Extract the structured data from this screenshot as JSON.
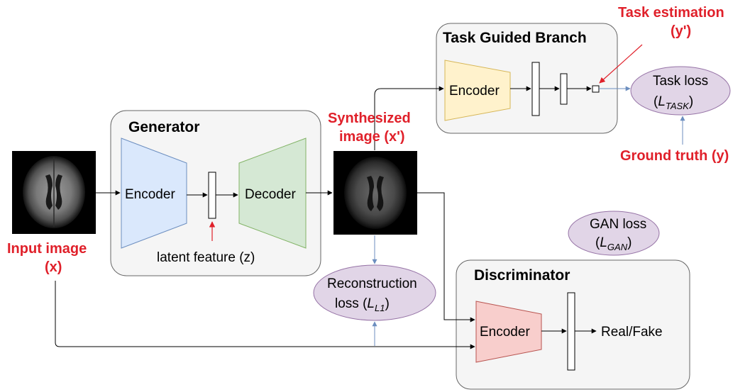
{
  "labels": {
    "input_image": "Input image",
    "input_x": "(x)",
    "synth_line1": "Synthesized",
    "synth_line2": "image (x')",
    "task_est_line1": "Task estimation",
    "task_est_line2": "(y')",
    "ground_truth": "Ground truth (y)",
    "latent": "latent feature (z)",
    "real_fake": "Real/Fake"
  },
  "boxes": {
    "generator": "Generator",
    "task_branch": "Task Guided Branch",
    "discriminator": "Discriminator"
  },
  "blocks": {
    "gen_encoder": "Encoder",
    "gen_decoder": "Decoder",
    "task_encoder": "Encoder",
    "disc_encoder": "Encoder"
  },
  "losses": {
    "task": {
      "line1": "Task loss",
      "symbol": "L",
      "subscript": "TASK"
    },
    "gan": {
      "line1": "GAN loss",
      "symbol": "L",
      "subscript": "GAN"
    },
    "recon": {
      "line1": "Reconstruction",
      "line2_prefix": "loss (",
      "symbol": "L",
      "subscript": "L1"
    }
  },
  "colors": {
    "highlight_red": "#e0202a",
    "loss_fill": "#e1d5e7",
    "loss_stroke": "#9673a6",
    "encoder_blue": "#dae8fc",
    "decoder_green": "#d5e8d4",
    "encoder_yellow": "#fff2cc",
    "encoder_red": "#f8cecc"
  }
}
